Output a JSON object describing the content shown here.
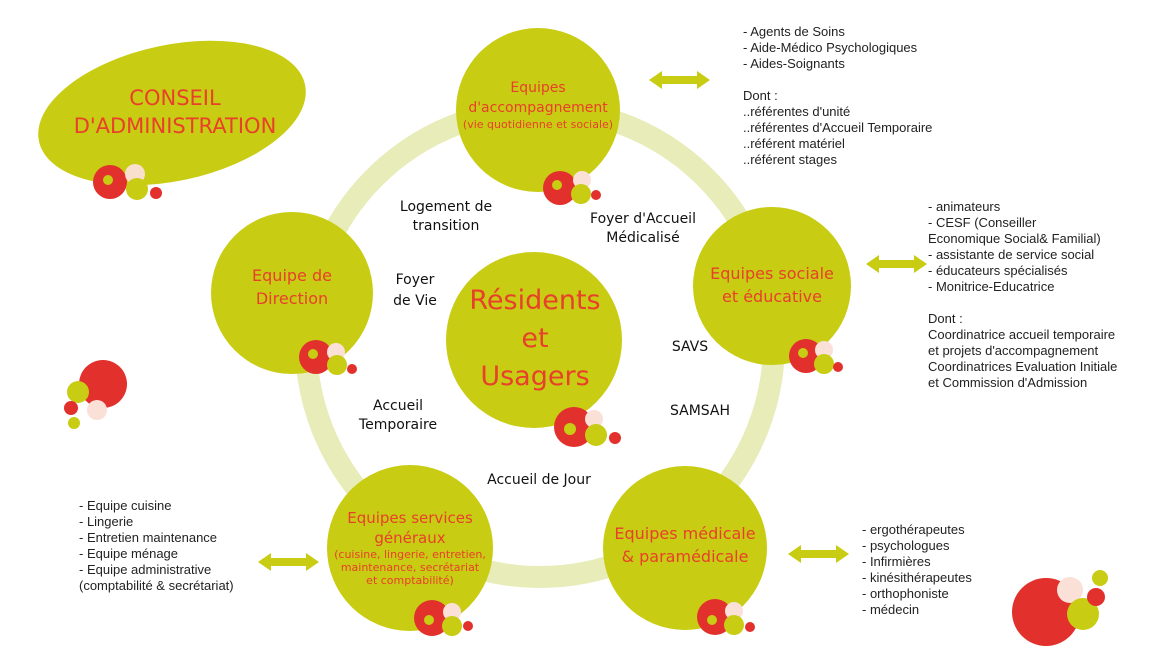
{
  "colors": {
    "accent_green": "#c8cc12",
    "ring": "#e8ecb8",
    "title_red": "#e8402a",
    "dot_red": "#e2302c"
  },
  "council": {
    "line1": "CONSEIL",
    "line2": "D'ADMINISTRATION"
  },
  "center": {
    "line1": "Résidents",
    "line2": "et",
    "line3": "Usagers"
  },
  "teams": {
    "accompagnement": {
      "line1": "Equipes",
      "line2": "d'accompagnement",
      "sub": "(vie quotidienne et sociale)"
    },
    "sociale": {
      "line1": "Equipes sociale",
      "line2": "et éducative"
    },
    "medicale": {
      "line1": "Equipes médicale",
      "line2": "& paramédicale"
    },
    "services": {
      "line1": "Equipes  services",
      "line2": "généraux",
      "sub1": "(cuisine, lingerie, entretien,",
      "sub2": "maintenance, secrétariat",
      "sub3": "et comptabilité)"
    },
    "direction": {
      "line1": "Equipe de",
      "line2": "Direction"
    }
  },
  "services_labels": {
    "logement1": "Logement de",
    "logement2": "transition",
    "foyer_accueil1": "Foyer d'Accueil",
    "foyer_accueil2": "Médicalisé",
    "foyer_vie1": "Foyer",
    "foyer_vie2": "de Vie",
    "savs": "SAVS",
    "samsah": "SAMSAH",
    "accueil_temp1": "Accueil",
    "accueil_temp2": "Temporaire",
    "accueil_jour": "Accueil de Jour"
  },
  "lists": {
    "accompagnement": [
      "- Agents de Soins",
      "- Aide-Médico Psychologiques",
      "- Aides-Soignants",
      "",
      "Dont :",
      "..référentes d'unité",
      "..référentes d'Accueil Temporaire",
      "..référent matériel",
      "..référent stages"
    ],
    "sociale": [
      "- animateurs",
      "- CESF (Conseiller",
      "Economique Social& Familial)",
      "- assistante de service social",
      "- éducateurs spécialisés",
      "- Monitrice-Educatrice",
      "",
      "Dont :",
      "Coordinatrice accueil temporaire",
      "et projets d'accompagnement",
      "Coordinatrices Evaluation Initiale",
      "et Commission d'Admission"
    ],
    "medicale": [
      "- ergothérapeutes",
      "- psychologues",
      "- Infirmières",
      "- kinésithérapeutes",
      "- orthophoniste",
      "- médecin"
    ],
    "services": [
      "- Equipe cuisine",
      "- Lingerie",
      "- Entretien maintenance",
      "- Equipe ménage",
      "- Equipe administrative",
      "(comptabilité & secrétariat)"
    ]
  }
}
